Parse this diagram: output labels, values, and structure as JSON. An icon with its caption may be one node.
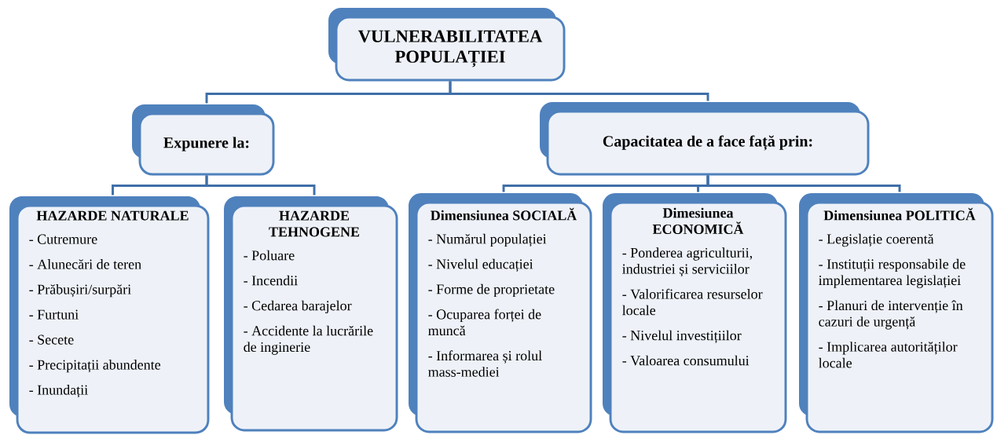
{
  "diagram": {
    "nodes": [
      {
        "text": [
          "VULNERABILITATEA POPULAȚIEI"
        ]
      },
      {
        "text": [
          "Expunere la:"
        ]
      },
      {
        "text": [
          "Capacitatea de a face față prin:"
        ]
      },
      {
        "text": [
          "HAZARDE NATURALE",
          "- Cutremure",
          "- Alunecări de teren",
          "- Prăbușiri/surpări",
          "- Furtuni",
          "- Secete",
          "- Precipitații abundente",
          "- Inundații"
        ]
      },
      {
        "text": [
          "HAZARDE TEHNOGENE",
          "- Poluare",
          "- Incendii",
          "- Cedarea barajelor",
          "- Accidente la lucrările de inginerie"
        ]
      },
      {
        "text": [
          "Dimensiunea SOCIALĂ",
          "- Numărul populației",
          "- Nivelul educației",
          "- Forme de proprietate",
          "- Ocuparea forței de muncă",
          "- Informarea și rolul mass-mediei"
        ]
      },
      {
        "text": [
          "Dimesiunea ECONOMICĂ",
          "- Ponderea agriculturii, industriei și serviciilor",
          "- Valorificarea resurselor locale",
          "- Nivelul investițiilor",
          "- Valoarea consumului"
        ]
      },
      {
        "text": [
          "Dimensiunea POLITICĂ",
          "- Legislație coerentă",
          "- Instituții responsabile de implementarea legislației",
          "- Planuri de intervenție în cazuri de urgență",
          "- Implicarea autorităților locale"
        ]
      }
    ],
    "edges": [
      {
        "from": 0,
        "to": 1,
        "arrow": "none"
      },
      {
        "from": 0,
        "to": 2,
        "arrow": "none"
      },
      {
        "from": 1,
        "to": 3,
        "arrow": "none"
      },
      {
        "from": 1,
        "to": 4,
        "arrow": "none"
      },
      {
        "from": 2,
        "to": 5,
        "arrow": "none"
      },
      {
        "from": 2,
        "to": 6,
        "arrow": "none"
      },
      {
        "from": 2,
        "to": 7,
        "arrow": "none"
      }
    ]
  }
}
